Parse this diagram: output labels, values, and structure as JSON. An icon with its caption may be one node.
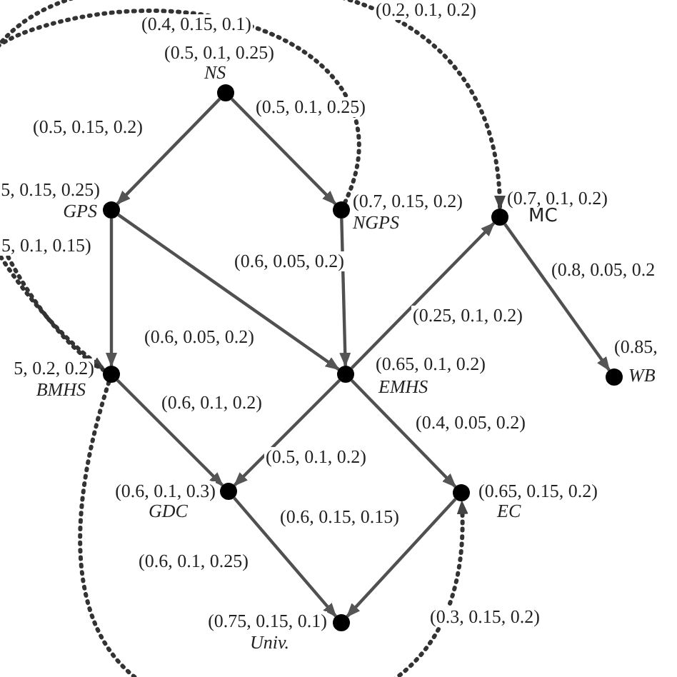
{
  "diagram": {
    "nodes": [
      {
        "text": [
          "(0.5, 0.1, 0.25)",
          "NS"
        ]
      },
      {
        "text": [
          "5, 0.15, 0.25)",
          "GPS"
        ]
      },
      {
        "text": [
          "(0.7, 0.15, 0.2)",
          "NGPS"
        ]
      },
      {
        "text": [
          "(0.7, 0.1, 0.2)",
          "MC"
        ]
      },
      {
        "text": [
          "5, 0.2, 0.2)",
          "BMHS"
        ]
      },
      {
        "text": [
          "(0.65, 0.1, 0.2)",
          "EMHS"
        ]
      },
      {
        "text": [
          "(0.85,",
          "WB"
        ]
      },
      {
        "text": [
          "(0.6, 0.1, 0.3)",
          "GDC"
        ]
      },
      {
        "text": [
          "(0.65, 0.15, 0.2)",
          "EC"
        ]
      },
      {
        "text": [
          "(0.75, 0.15, 0.1)",
          "Univ."
        ]
      }
    ],
    "edges": [
      {
        "from": 0,
        "to": 1,
        "arrow": "to",
        "label": "(0.5, 0.15, 0.2)"
      },
      {
        "from": 0,
        "to": 2,
        "arrow": "to",
        "label": "(0.5, 0.1, 0.25)"
      },
      {
        "from": 1,
        "to": 4,
        "arrow": "to",
        "label": "5, 0.1, 0.15)"
      },
      {
        "from": 1,
        "to": 5,
        "arrow": "to",
        "label": "(0.6, 0.05, 0.2)"
      },
      {
        "from": 2,
        "to": 5,
        "arrow": "to",
        "label": "(0.6, 0.05, 0.2)"
      },
      {
        "from": 5,
        "to": 3,
        "arrow": "to",
        "label": "(0.25, 0.1, 0.2)"
      },
      {
        "from": 3,
        "to": 6,
        "arrow": "to",
        "label": "(0.8, 0.05, 0.2"
      },
      {
        "from": 4,
        "to": 7,
        "arrow": "to",
        "label": "(0.6, 0.1, 0.2)"
      },
      {
        "from": 5,
        "to": 7,
        "arrow": "to",
        "label": "(0.5, 0.1, 0.2)"
      },
      {
        "from": 5,
        "to": 8,
        "arrow": "to",
        "label": "(0.4, 0.05, 0.2)"
      },
      {
        "from": 7,
        "to": 9,
        "arrow": "to",
        "label": "(0.6, 0.1, 0.25)"
      },
      {
        "from": 8,
        "to": 9,
        "arrow": "to",
        "label": "(0.6, 0.15, 0.15)"
      },
      {
        "from": 2,
        "to": 4,
        "arrow": "to",
        "label": "(0.4, 0.15, 0.1)",
        "style": "dashed"
      },
      {
        "from": 4,
        "to": 3,
        "arrow": "to",
        "label": "(0.2, 0.1, 0.2)",
        "style": "dashed"
      },
      {
        "from": 4,
        "to": 8,
        "arrow": "to",
        "label": "(0.3, 0.15, 0.2)",
        "style": "dashed"
      }
    ]
  }
}
